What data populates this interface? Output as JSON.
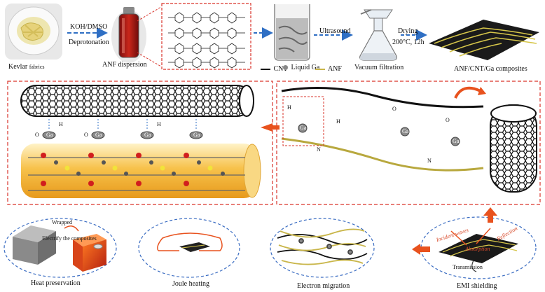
{
  "top_row": {
    "kevlar_label": "Kevlar",
    "kevlar_suffix": "fabrics",
    "step1_top": "KOH/DMSO",
    "step1_bottom": "Deprotonation",
    "anf_dispersion_label": "ANF dispersion",
    "legend_cnt": "CNT",
    "legend_ga": "Liquid Ga",
    "legend_anf": "ANF",
    "step2_label": "Ultrasound",
    "vacuum_label": "Vacuum filtration",
    "step3_top": "Drying",
    "step3_bottom": "200°C, 12h",
    "product_label": "ANF/CNT/Ga composites"
  },
  "middle": {
    "ga_label": "Ga",
    "h_label": "H",
    "o_label": "O",
    "n_label": "N"
  },
  "bottom_row": {
    "heat_wrapped": "Wrapped",
    "heat_electrify": "Electrify the composites",
    "heat_label": "Heat preservation",
    "joule_label": "Joule heating",
    "electron_label": "Electron migration",
    "emi_incident": "Incident waves",
    "emi_absorption": "Absorption",
    "emi_reflection": "Reflection",
    "emi_transmission": "Transmission",
    "emi_label": "EMI shielding"
  },
  "colors": {
    "arrow_blue": "#2f6fc4",
    "arrow_orange": "#e8521e",
    "dash_red": "#d9342b",
    "ellipse_blue": "#3a6cc2",
    "anf_yellow": "#c9b64a",
    "cylinder_gold": "#f4b63a"
  }
}
